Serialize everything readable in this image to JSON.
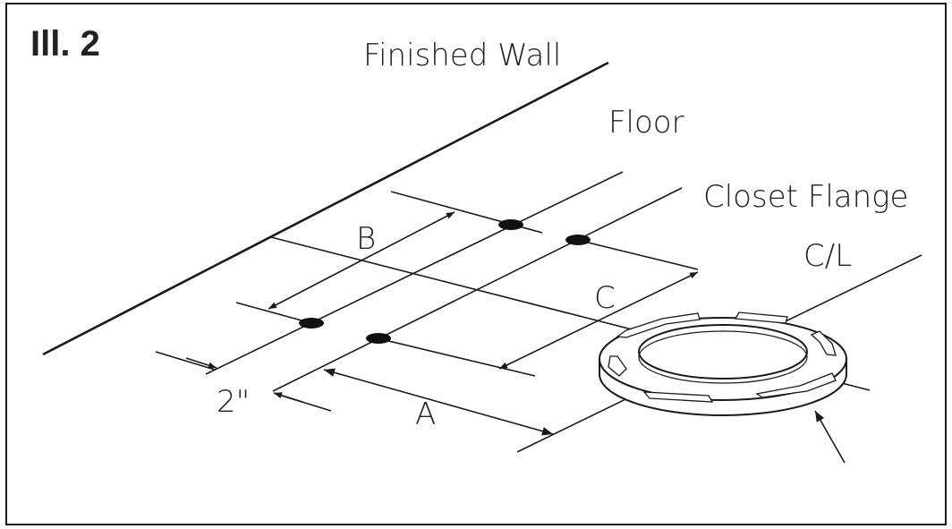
{
  "title": "Ill. 2",
  "labels": {
    "finished_wall": "Finished Wall",
    "floor": "Floor",
    "closet_flange": "Closet Flange",
    "centerline": "C/L",
    "dim_a": "A",
    "dim_b": "B",
    "dim_c": "C",
    "dim_2in": "2\""
  }
}
